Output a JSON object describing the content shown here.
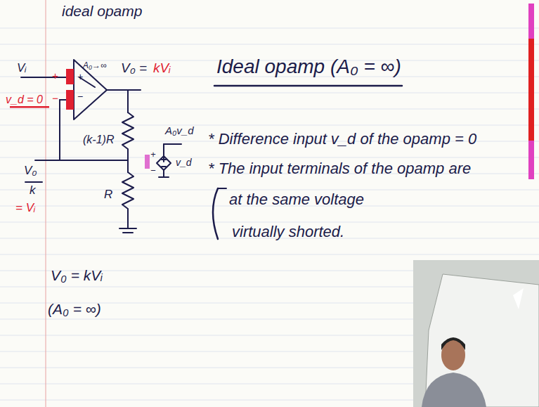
{
  "diagram": {
    "title": "Ideal opamp (A₀ = ∞)",
    "labels": [
      "ideal opamp",
      "Vᵢ",
      "A₀→∞",
      "+",
      "−",
      "+",
      "v_d = 0",
      "−",
      "V₀ =",
      "kVᵢ",
      "(k-1)R",
      "V₀",
      "k",
      "= Vᵢ",
      "R",
      "A₀v_d",
      "+",
      "v_d",
      "−",
      "* Difference input v_d of the opamp = 0",
      "* The input terminals of the opamp are",
      "at the same voltage",
      "virtually shorted.",
      "V₀ = kVᵢ",
      "(A₀ = ∞)"
    ]
  }
}
